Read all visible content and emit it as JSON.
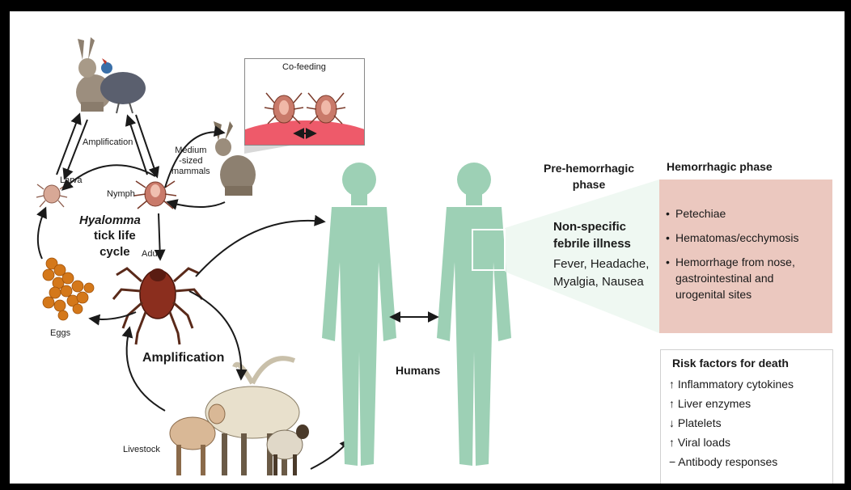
{
  "labels": {
    "amplification_top": "Amplification",
    "larva": "Larva",
    "nymph": "Nymph",
    "medium_mammals": "Medium\n-sized\nmammals",
    "cycle_title_italic": "Hyalomma",
    "cycle_title_rest": "tick life\ncycle",
    "adult": "Adult",
    "eggs": "Eggs",
    "amplification_main": "Amplification",
    "livestock": "Livestock",
    "cofeeding": "Co-feeding",
    "humans": "Humans"
  },
  "phases": {
    "pre_title": "Pre-hemorrhagic\nphase",
    "hem_title": "Hemorrhagic phase",
    "nonspecific_title": "Non-specific\nfebrile illness",
    "nonspecific_symptoms": "Fever, Headache,\nMyalgia, Nausea"
  },
  "hemorrhagic_items": [
    "Petechiae",
    "Hematomas/ecchymosis",
    "Hemorrhage from nose,\ngastrointestinal and\nurogenital sites"
  ],
  "risk": {
    "title": "Risk factors for death",
    "items": [
      "↑ Inflammatory cytokines",
      "↑ Liver enzymes",
      "↓ Platelets",
      "↑ Viral loads",
      "− Antibody responses"
    ]
  },
  "colors": {
    "human": "#9dd0b5",
    "hem_box": "#ebc8bf",
    "tick_body": "#8b2e1e",
    "eggs": "#d4781a",
    "cofeed_skin": "#ee5a6a"
  }
}
